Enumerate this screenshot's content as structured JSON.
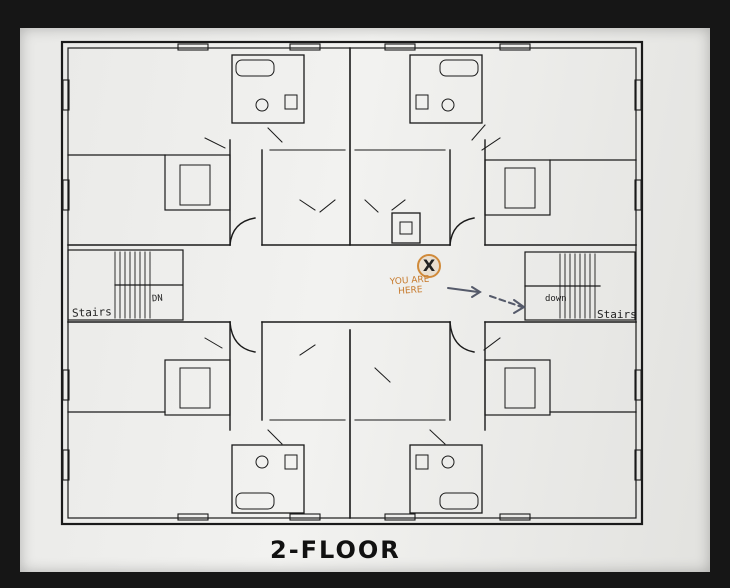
{
  "title": "2-FLOOR",
  "labels": {
    "stairs_left": "Stairs",
    "stairs_right": "Stairs",
    "down_left": "DN",
    "down_right": "down",
    "you_are_here": "YOU ARE HERE",
    "marker": "X"
  },
  "colors": {
    "frame": "#161616",
    "ink": "#1a1a1a",
    "marker": "#d08a3a",
    "arrow": "#555a6a"
  }
}
